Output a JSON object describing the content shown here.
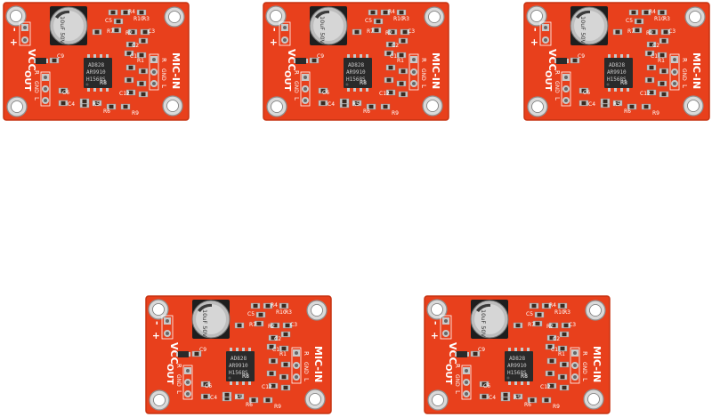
{
  "colors": {
    "background": "#ffffff",
    "pcb": "#e8401c",
    "pcb_edge": "#c63312",
    "silkscreen": "#ffffff",
    "pad": "#c9c9c9",
    "component_body": "#2a2a2a"
  },
  "boards": [
    {
      "labels": {
        "power_minus": "-",
        "power_plus": "+",
        "vcc": "VCC",
        "out": "OUT",
        "r": "R",
        "gnd": "GND",
        "l": "L",
        "mic_in": "MIC-IN",
        "capacitor_value": "10uF 50V",
        "chip_line1": "AD828",
        "chip_line2": "AR9910",
        "chip_line3": "H1568S",
        "refs": [
          "R4",
          "C5",
          "R10",
          "R3",
          "R7",
          "R2",
          "C3",
          "C2",
          "R1",
          "C9",
          "C1",
          "C6",
          "C4",
          "R5",
          "R8",
          "C12",
          "R6",
          "R9"
        ]
      }
    },
    {
      "labels": {
        "power_minus": "-",
        "power_plus": "+",
        "vcc": "VCC",
        "out": "OUT",
        "r": "R",
        "gnd": "GND",
        "l": "L",
        "mic_in": "MIC-IN",
        "capacitor_value": "10uF 50V",
        "chip_line1": "AD828",
        "chip_line2": "AR9910",
        "chip_line3": "H1568S",
        "refs": [
          "R4",
          "C5",
          "R10",
          "R3",
          "R7",
          "R2",
          "C3",
          "C2",
          "R1",
          "C9",
          "C1",
          "C6",
          "C4",
          "R5",
          "R8",
          "C12",
          "R6",
          "R9"
        ]
      }
    },
    {
      "labels": {
        "power_minus": "-",
        "power_plus": "+",
        "vcc": "VCC",
        "out": "OUT",
        "r": "R",
        "gnd": "GND",
        "l": "L",
        "mic_in": "MIC-IN",
        "capacitor_value": "10uF 50V",
        "chip_line1": "AD828",
        "chip_line2": "AR9910",
        "chip_line3": "H1568S",
        "refs": [
          "R4",
          "C5",
          "R10",
          "R3",
          "R7",
          "R2",
          "C3",
          "C2",
          "R1",
          "C9",
          "C1",
          "C6",
          "C4",
          "R5",
          "R8",
          "C12",
          "R6",
          "R9"
        ]
      }
    },
    {
      "labels": {
        "power_minus": "-",
        "power_plus": "+",
        "vcc": "VCC",
        "out": "OUT",
        "r": "R",
        "gnd": "GND",
        "l": "L",
        "mic_in": "MIC-IN",
        "capacitor_value": "10uF 50V",
        "chip_line1": "AD828",
        "chip_line2": "AR9910",
        "chip_line3": "H1568S",
        "refs": [
          "R4",
          "C5",
          "R10",
          "R3",
          "R7",
          "R2",
          "C3",
          "C2",
          "R1",
          "C9",
          "C1",
          "C6",
          "C4",
          "R5",
          "R8",
          "C12",
          "R6",
          "R9"
        ]
      }
    },
    {
      "labels": {
        "power_minus": "-",
        "power_plus": "+",
        "vcc": "VCC",
        "out": "OUT",
        "r": "R",
        "gnd": "GND",
        "l": "L",
        "mic_in": "MIC-IN",
        "capacitor_value": "10uF 50V",
        "chip_line1": "AD828",
        "chip_line2": "AR9910",
        "chip_line3": "H1568S",
        "refs": [
          "R4",
          "C5",
          "R10",
          "R3",
          "R7",
          "R2",
          "C3",
          "C2",
          "R1",
          "C9",
          "C1",
          "C6",
          "C4",
          "R5",
          "R8",
          "C12",
          "R6",
          "R9"
        ]
      }
    }
  ]
}
